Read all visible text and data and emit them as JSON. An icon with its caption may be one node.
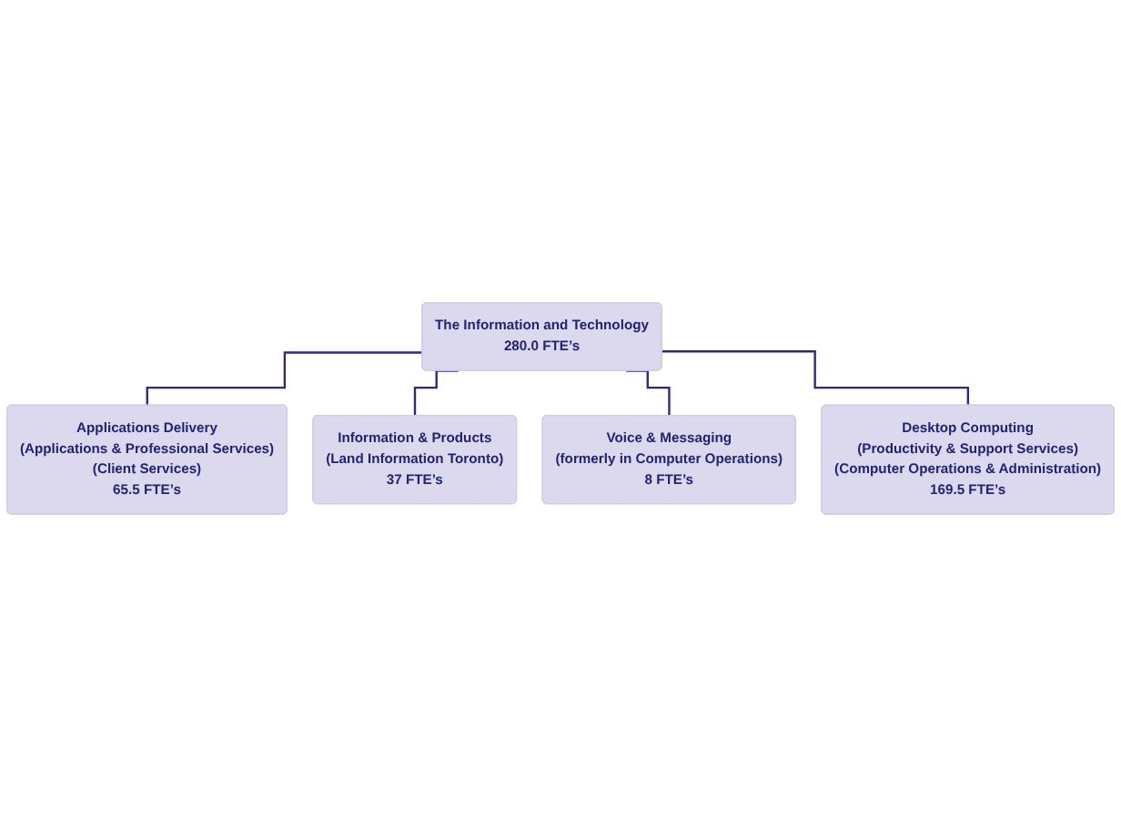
{
  "diagram": {
    "nodes": [
      {
        "text": [
          "The Information and Technology",
          "280.0 FTE’s"
        ]
      },
      {
        "text": [
          "Applications Delivery",
          "(Applications & Professional Services)",
          "(Client Services)",
          "65.5 FTE’s"
        ]
      },
      {
        "text": [
          "Information & Products",
          "(Land Information Toronto)",
          "37 FTE’s"
        ]
      },
      {
        "text": [
          "Voice & Messaging",
          "(formerly in Computer Operations)",
          "8 FTE’s"
        ]
      },
      {
        "text": [
          "Desktop Computing",
          "(Productivity & Support Services)",
          "(Computer Operations & Administration)",
          "169.5 FTE’s"
        ]
      }
    ],
    "edges": [
      {
        "from": 0,
        "to": 1,
        "arrow": "none"
      },
      {
        "from": 0,
        "to": 2,
        "arrow": "none"
      },
      {
        "from": 0,
        "to": 3,
        "arrow": "none"
      },
      {
        "from": 0,
        "to": 4,
        "arrow": "none"
      }
    ]
  }
}
